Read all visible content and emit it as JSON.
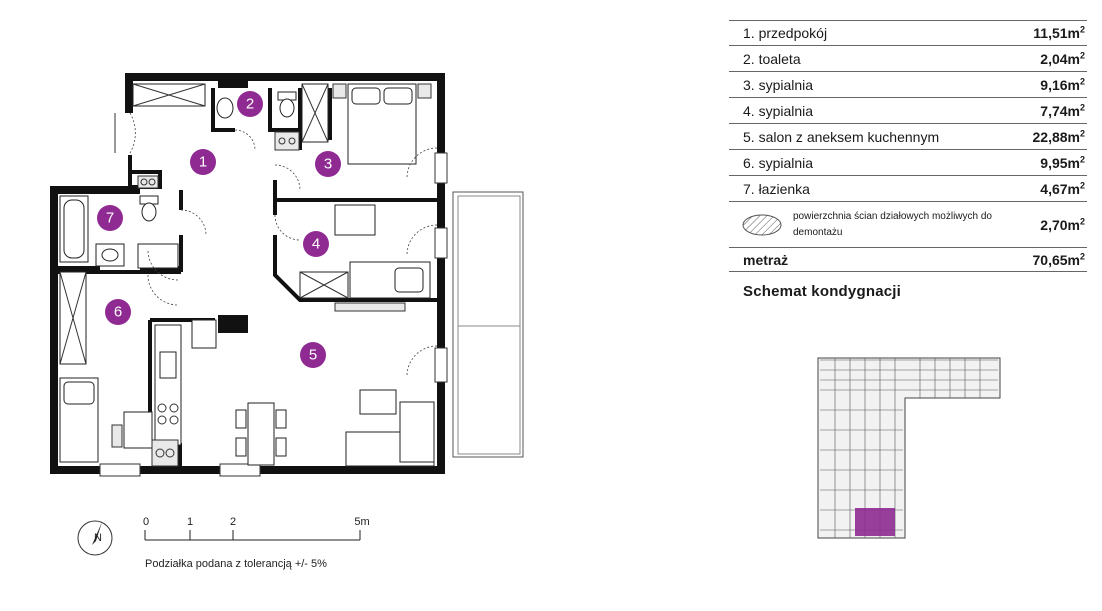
{
  "rooms": [
    {
      "num": "1",
      "name": "przedpokój",
      "area": "11,51m"
    },
    {
      "num": "2",
      "name": "toaleta",
      "area": "2,04m"
    },
    {
      "num": "3",
      "name": "sypialnia",
      "area": "9,16m"
    },
    {
      "num": "4",
      "name": "sypialnia",
      "area": "7,74m"
    },
    {
      "num": "5",
      "name": "salon z aneksem kuchennym",
      "area": "22,88m"
    },
    {
      "num": "6",
      "name": "sypialnia",
      "area": "9,95m"
    },
    {
      "num": "7",
      "name": "łazienka",
      "area": "4,67m"
    }
  ],
  "rooms_labels": [
    "1. przedpokój",
    "2. toaleta",
    "3. sypialnia",
    "4. sypialnia",
    "5. salon z aneksem kuchennym",
    "6. sypialnia",
    "7. łazienka"
  ],
  "walls_removable": {
    "label": "powierzchnia ścian działowych możliwych do demontażu",
    "area": "2,70m"
  },
  "total": {
    "label": "metraż",
    "area": "70,65m"
  },
  "unit_exponent": "2",
  "schemat_title": "Schemat kondygnacji",
  "scale": {
    "ticks": [
      "0",
      "1",
      "2",
      "5m"
    ],
    "tolerance": "Podziałka podana z tolerancją +/- 5%",
    "north": "N"
  },
  "colors": {
    "accent": "#8e2a91",
    "wall": "#111111"
  }
}
